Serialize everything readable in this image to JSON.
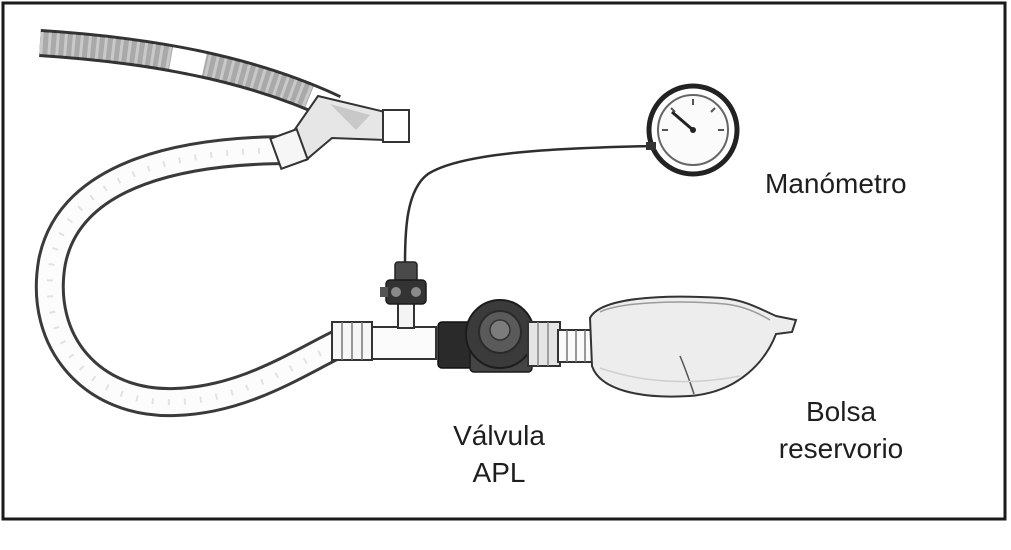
{
  "labels": {
    "manometer": "Manómetro",
    "reservoir_bag": [
      "Bolsa",
      "reservorio"
    ],
    "apl_valve": [
      "Válvula",
      "APL"
    ]
  }
}
